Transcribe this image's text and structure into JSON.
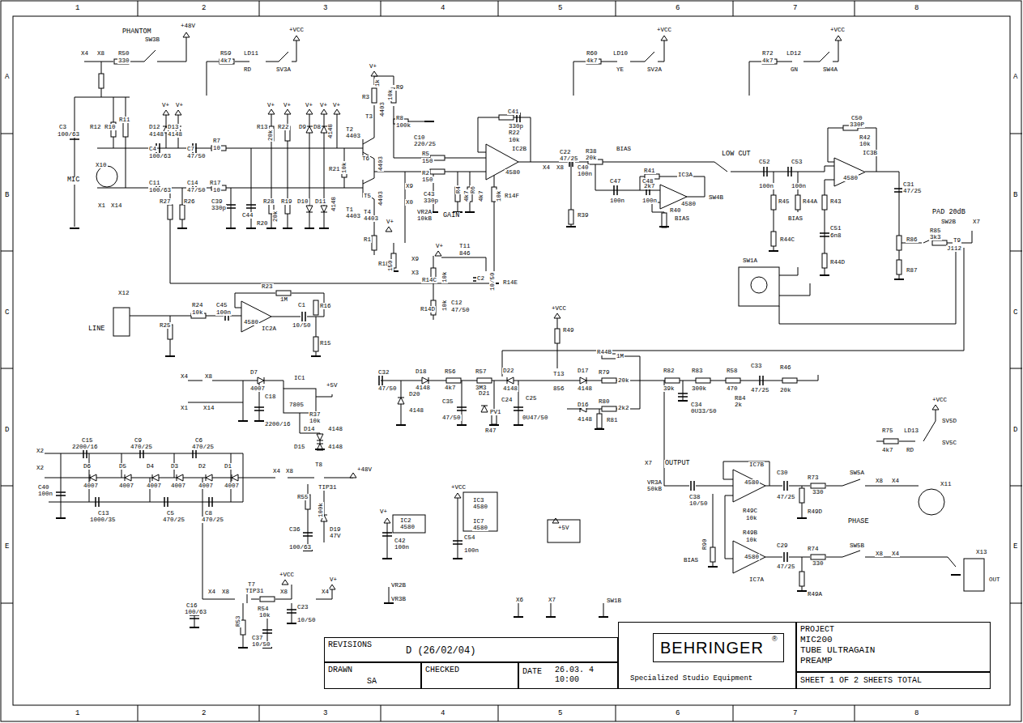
{
  "diagram": {
    "nodes": [
      {
        "text": [
          "REVISIONS",
          "D (26/02/04)"
        ]
      },
      {
        "text": [
          "DRAWN",
          "SA"
        ]
      },
      {
        "text": [
          "CHECKED"
        ]
      },
      {
        "text": [
          "DATE",
          "26.03. 4 10:00"
        ]
      },
      {
        "text": [
          "Specialized Studio Equipment"
        ]
      },
      {
        "text": [
          "BEHRINGER",
          "®"
        ],
        "in": 4
      },
      {
        "text": [
          "PROJECT",
          "MIC200",
          "TUBE ULTRAGAIN",
          "PREAMP"
        ]
      },
      {
        "text": [
          "SHEET 1 OF 2 SHEETS TOTAL"
        ]
      }
    ],
    "labels": [
      "1",
      "2",
      "3",
      "4",
      "5",
      "6",
      "7",
      "8",
      "1",
      "2",
      "3",
      "4",
      "5",
      "6",
      "7",
      "8",
      "A",
      "B",
      "C",
      "D",
      "E",
      "A",
      "B",
      "C",
      "D",
      "E",
      "PHANTOM",
      "SW3B",
      "+48V",
      "X4",
      "X8",
      "R50",
      "330",
      "R59",
      "4k7",
      "LD11",
      "RD",
      "SV3A",
      "+VCC",
      "V+",
      "R3",
      "1k",
      "R9",
      "10k",
      "T3",
      "4403",
      "T2",
      "4403",
      "R8",
      "100k",
      "C41",
      "330p",
      "R22",
      "10k",
      "C10",
      "220/25",
      "IC2B",
      "4580",
      "X4",
      "X8",
      "C22",
      "47/25",
      "R38",
      "20k",
      "BIAS",
      "R5",
      "150",
      "R2",
      "150",
      "T6",
      "4403",
      "T5",
      "4403",
      "T1",
      "4403",
      "T4",
      "4403",
      "X9",
      "X0",
      "C43",
      "330p",
      "R4",
      "4k7",
      "R6",
      "4k7",
      "10k",
      "R14F",
      "VR2A",
      "10kB",
      "GAIN",
      "R1",
      "R18",
      "150",
      "X9",
      "X3",
      "V+",
      "V+",
      "T11",
      "846",
      "R14C",
      "10k",
      "C2",
      "10/50",
      "R14E",
      "R14D",
      "10k",
      "C12",
      "47/50",
      "C11",
      "100/63",
      "C14",
      "47/50",
      "R17",
      "10",
      "C4",
      "100/63",
      "C7",
      "47/50",
      "R7",
      "10",
      "MIC",
      "X10",
      "X1",
      "X14",
      "C3",
      "100/63",
      "R12",
      "R10",
      "R11",
      "D12",
      "4148",
      "D13",
      "4148",
      "V+",
      "V+",
      "R27",
      "R26",
      "R13",
      "20k",
      "R22",
      "D9",
      "D8",
      "4148",
      "V+",
      "V+",
      "V+",
      "V+",
      "V+",
      "R21",
      "10k",
      "R28",
      "20k",
      "R19",
      "D10",
      "D11",
      "4148",
      "C39",
      "330p",
      "C44",
      "R20",
      "R23",
      "1M",
      "R24",
      "10k",
      "C45",
      "100n",
      "IC2A",
      "4580",
      "C1",
      "10/50",
      "R16",
      "R15",
      "X12",
      "LINE",
      "R25",
      "C40",
      "100n",
      "C47",
      "100n",
      "C48",
      "100n",
      "R41",
      "2k7",
      "IC3A",
      "4580",
      "R39",
      "R40",
      "BIAS",
      "LOW CUT",
      "SW4B",
      "C52",
      "100n",
      "C53",
      "100n",
      "R45",
      "R44A",
      "BIAS",
      "R43",
      "C51",
      "6n8",
      "R44C",
      "R44D",
      "C50",
      "330P",
      "R42",
      "10k",
      "IC3B",
      "4580",
      "C31",
      "47/25",
      "PAD 20dB",
      "SW2B",
      "R86",
      "R87",
      "R85",
      "3k3",
      "T9",
      "J112",
      "X7",
      "SW1A",
      "R60",
      "4k7",
      "LD10",
      "YE",
      "SV2A",
      "+VCC",
      "R72",
      "4k7",
      "LD12",
      "GN",
      "SW4A",
      "+VCC",
      "X4",
      "X8",
      "X1",
      "X14",
      "D7",
      "4007",
      "IC1",
      "7805",
      "C18",
      "2200/16",
      "R37",
      "10k",
      "D14",
      "4148",
      "D15",
      "4148",
      "+5V",
      "C32",
      "47/50",
      "D18",
      "4148",
      "D20",
      "4148",
      "R56",
      "4k7",
      "R57",
      "3M3",
      "D22",
      "4148",
      "C35",
      "47/50",
      "D21",
      "PV1",
      "C24",
      "C25",
      "0U47/50",
      "R47",
      "T13",
      "856",
      "+VCC",
      "R49",
      "D17",
      "4148",
      "D16",
      "4148",
      "R44B",
      "1M",
      "R79",
      "20k",
      "R80",
      "2k2",
      "R81",
      "R82",
      "39k",
      "R83",
      "300k",
      "R58",
      "470",
      "C33",
      "47/25",
      "R46",
      "20k",
      "C34",
      "0U33/50",
      "R84",
      "2k",
      "X2",
      "X2",
      "C15",
      "2200/16",
      "C9",
      "470/25",
      "C6",
      "470/25",
      "D6",
      "4007",
      "D5",
      "4007",
      "D4",
      "4007",
      "D3",
      "4007",
      "D2",
      "4007",
      "D1",
      "4007",
      "C40",
      "100n",
      "C13",
      "1000/35",
      "C5",
      "470/25",
      "C8",
      "470/25",
      "X4",
      "X8",
      "T8",
      "TIP31",
      "+48V",
      "R55",
      "100k",
      "C36",
      "100/63",
      "D19",
      "47V",
      "T7",
      "TIP31",
      "X4",
      "X8",
      "C16",
      "100/63",
      "+VCC",
      "V+",
      "X8",
      "X4",
      "R54",
      "10k",
      "C23",
      "10/50",
      "R53",
      "C37",
      "10/50",
      "+VCC",
      "IC3",
      "4580",
      "IC7",
      "4580",
      "C54",
      "100n",
      "V+",
      "IC2",
      "4580",
      "C42",
      "100n",
      "+5V",
      "VR2B",
      "VR3B",
      "X6",
      "X7",
      "SW1B",
      "X7",
      "OUTPUT",
      "VR3A",
      "50kB",
      "C38",
      "10/50",
      "IC7B",
      "4580",
      "R49C",
      "10k",
      "R49B",
      "10k",
      "IC7A",
      "4580",
      "C30",
      "47/25",
      "R73",
      "330",
      "R49D",
      "C29",
      "47/25",
      "R74",
      "330",
      "R49A",
      "R90",
      "BIAS",
      "SW5A",
      "SW5B",
      "PHASE",
      "X8",
      "X4",
      "X8",
      "X4",
      "X11",
      "X13",
      "OUT",
      "R75",
      "4k7",
      "LD13",
      "RD",
      "SV5D",
      "SV5C",
      "+VCC"
    ]
  }
}
